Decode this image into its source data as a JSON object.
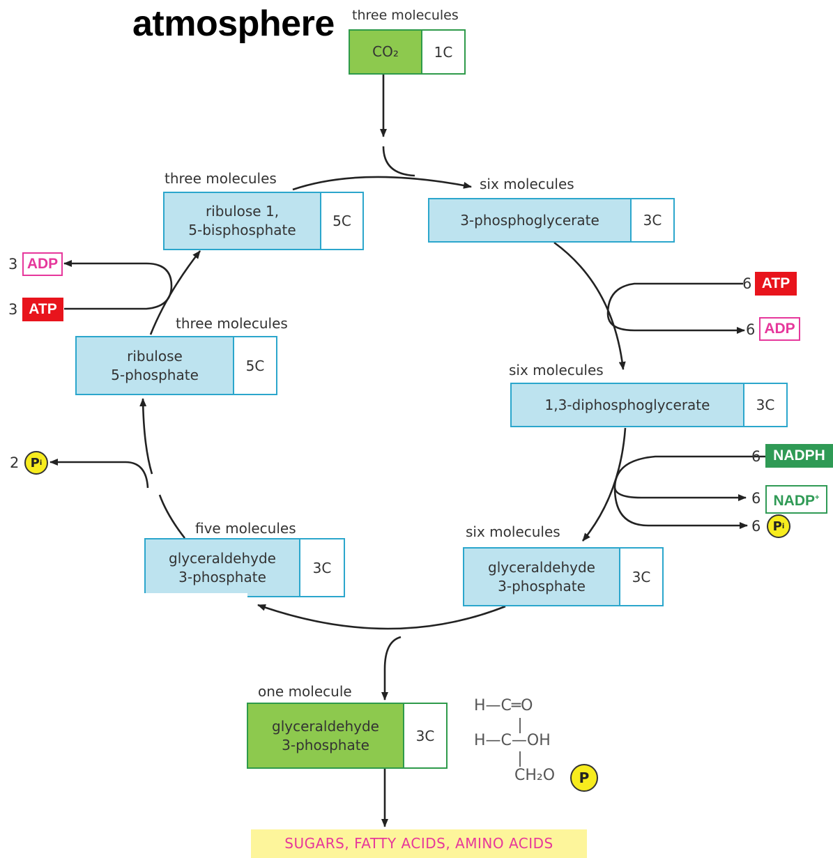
{
  "title": "atmosphere",
  "inputs": {
    "co2": {
      "qty": "three molecules",
      "name": "CO₂",
      "carbons": "1C"
    }
  },
  "cycle": {
    "rubp": {
      "qty": "three molecules",
      "name_line1": "ribulose 1,",
      "name_line2": "5-bisphosphate",
      "carbons": "5C"
    },
    "pga": {
      "qty": "six molecules",
      "name": "3-phosphoglycerate",
      "carbons": "3C"
    },
    "dpga": {
      "qty": "six molecules",
      "name": "1,3-diphosphoglycerate",
      "carbons": "3C"
    },
    "g3p_right": {
      "qty": "six molecules",
      "name_line1": "glyceraldehyde",
      "name_line2": "3-phosphate",
      "carbons": "3C"
    },
    "g3p_left": {
      "qty": "five molecules",
      "name_line1": "glyceraldehyde",
      "name_line2": "3-phosphate",
      "carbons": "3C"
    },
    "r5p": {
      "qty": "three molecules",
      "name_line1": "ribulose",
      "name_line2": "5-phosphate",
      "carbons": "5C"
    }
  },
  "output": {
    "qty": "one molecule",
    "name_line1": "glyceraldehyde",
    "name_line2": "3-phosphate",
    "carbons": "3C"
  },
  "cofactors": {
    "left_adp": {
      "coef": "3",
      "label": "ADP"
    },
    "left_atp": {
      "coef": "3",
      "label": "ATP"
    },
    "left_pi": {
      "coef": "2",
      "label": "P",
      "sub": "i"
    },
    "right_atp": {
      "coef": "6",
      "label": "ATP"
    },
    "right_adp": {
      "coef": "6",
      "label": "ADP"
    },
    "right_nadph": {
      "coef": "6",
      "label": "NADPH"
    },
    "right_nadp": {
      "coef": "6",
      "label": "NADP",
      "sup": "+"
    },
    "right_pi": {
      "coef": "6",
      "label": "P",
      "sub": "i"
    }
  },
  "structure": {
    "row1": "H—C═O",
    "row2": "H—C—OH",
    "row3_left": "CH₂O",
    "phosphate": "P"
  },
  "products": "SUGARS, FATTY ACIDS, AMINO ACIDS",
  "colors": {
    "box_border": "#2ba6cc",
    "box_fill": "#bde3ef",
    "green_fill": "#8dc94e",
    "atp_red": "#e8141c",
    "adp_pink": "#e6379b",
    "nadph_green": "#2f9a55",
    "pi_yellow": "#f7ec1e",
    "products_bg": "#fdf59b"
  }
}
